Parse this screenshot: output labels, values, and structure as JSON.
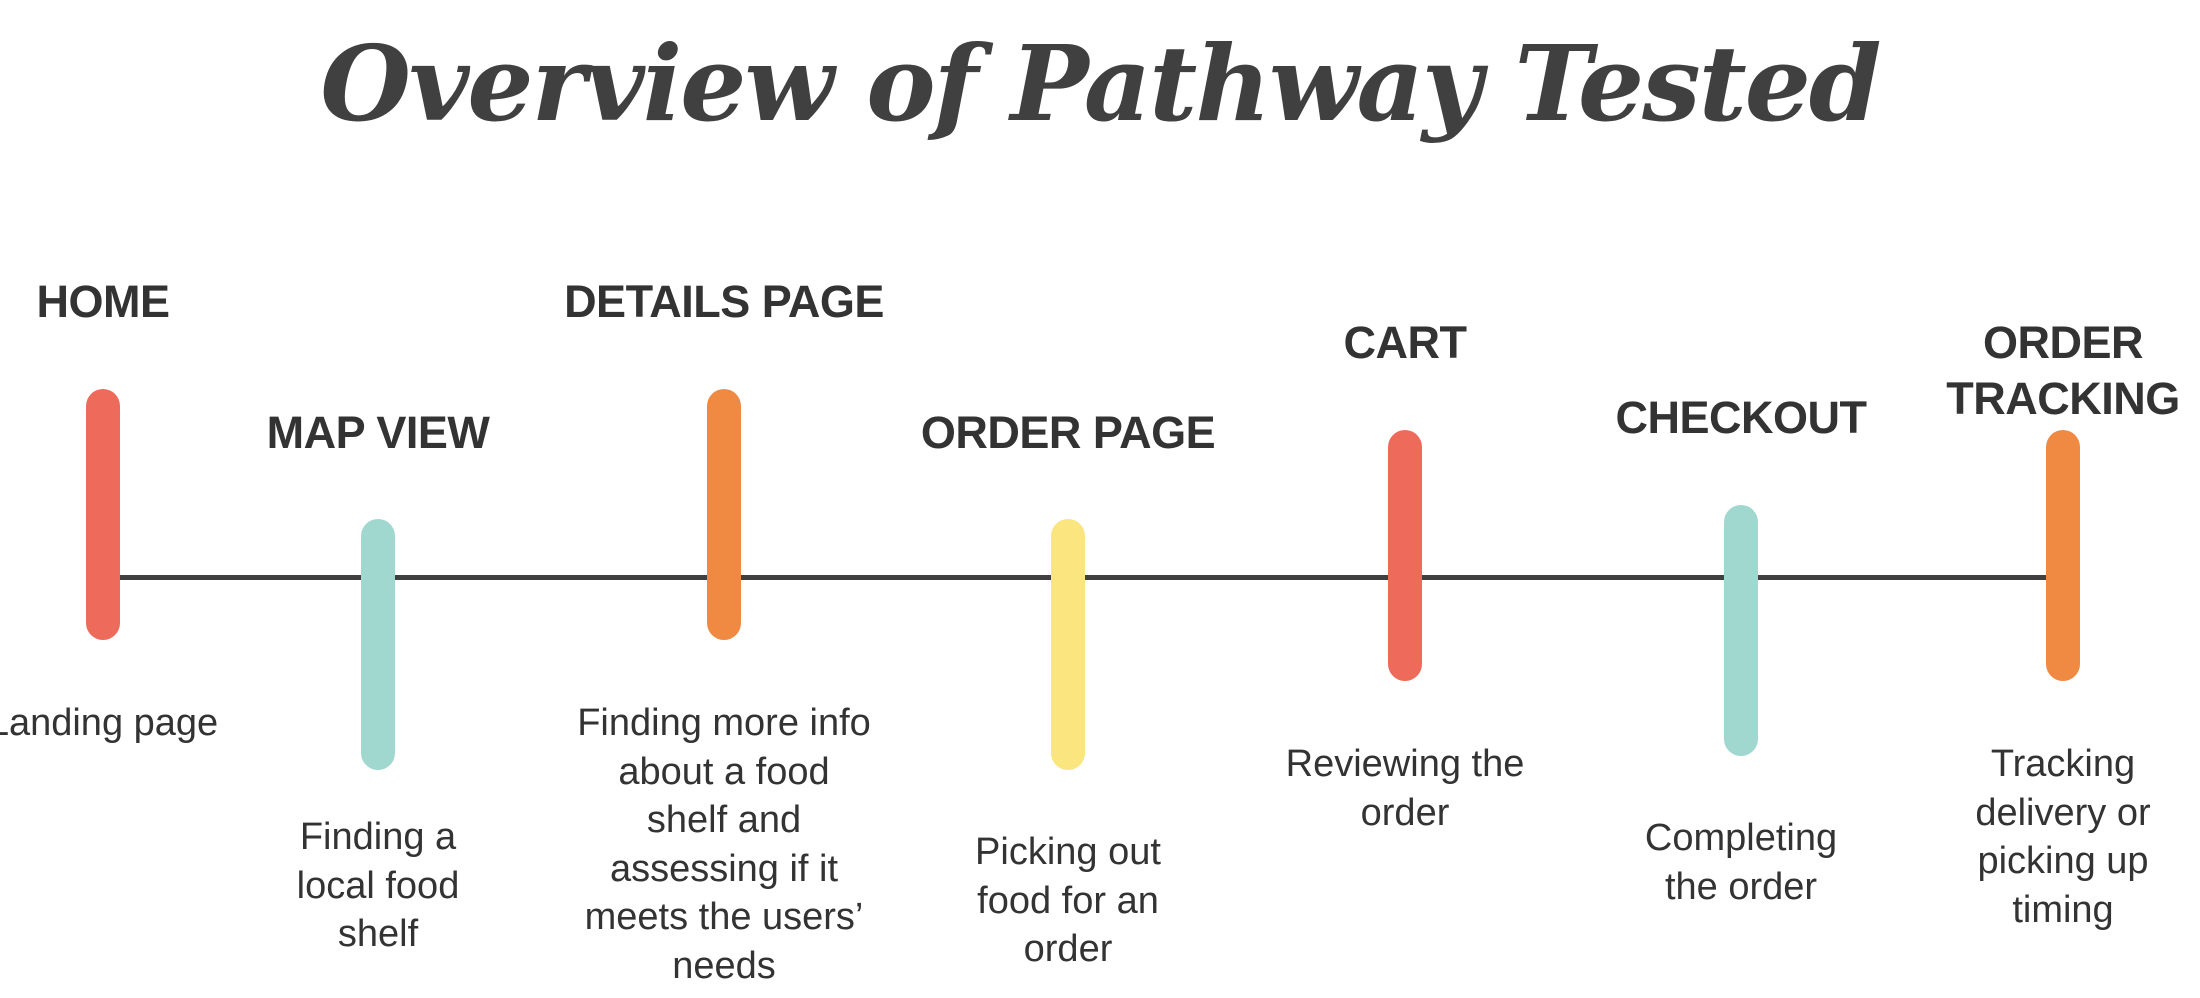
{
  "title": "Overview of Pathway Tested",
  "colors": {
    "red": "#EE6A5A",
    "teal": "#A0D8D0",
    "orange": "#F08A42",
    "yellow": "#FAE57E",
    "line": "#404040",
    "text": "#333333"
  },
  "stages": [
    {
      "label": "HOME",
      "description": "Landing page",
      "color": "red"
    },
    {
      "label": "MAP VIEW",
      "description": "Finding a local food shelf",
      "color": "teal"
    },
    {
      "label": "DETAILS PAGE",
      "description": "Finding more info about a food shelf and assessing if it meets the users’ needs",
      "color": "orange"
    },
    {
      "label": "ORDER PAGE",
      "description": "Picking out food for an order",
      "color": "yellow"
    },
    {
      "label": "CART",
      "description": "Reviewing the order",
      "color": "red"
    },
    {
      "label": "CHECKOUT",
      "description": "Completing the order",
      "color": "teal"
    },
    {
      "label": "ORDER TRACKING",
      "description": "Tracking delivery or picking up timing",
      "color": "orange"
    }
  ]
}
